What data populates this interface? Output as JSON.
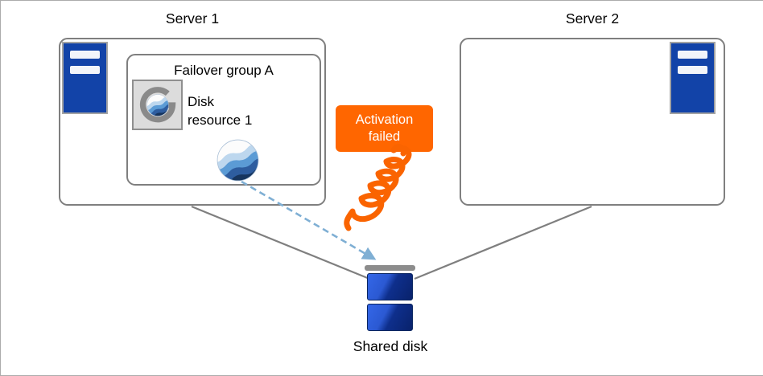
{
  "diagram": {
    "server1": {
      "title": "Server 1"
    },
    "server2": {
      "title": "Server 2"
    },
    "failover_group": {
      "label": "Failover group A"
    },
    "disk_resource": {
      "line1": "Disk",
      "line2": "resource 1"
    },
    "activation_badge": {
      "line1": "Activation",
      "line2": "failed"
    },
    "shared_disk": {
      "label": "Shared disk"
    }
  },
  "icons": {
    "server": "server-tower-icon",
    "disk_resource": "cluster-resource-icon",
    "wave_sphere": "wave-sphere-icon",
    "shared_disk": "shared-disk-stack-icon",
    "spring": "broken-connection-spring-icon",
    "arrow": "dashed-arrow-icon"
  },
  "colors": {
    "badge_orange": "#FF6600",
    "spring_orange": "#FA6400",
    "server_blue": "#1243A8",
    "disk_blue_light": "#3467E8",
    "disk_blue_dark": "#09226B",
    "connector_gray": "#7F7F7F",
    "arrow_blue": "#7FAFD4"
  }
}
